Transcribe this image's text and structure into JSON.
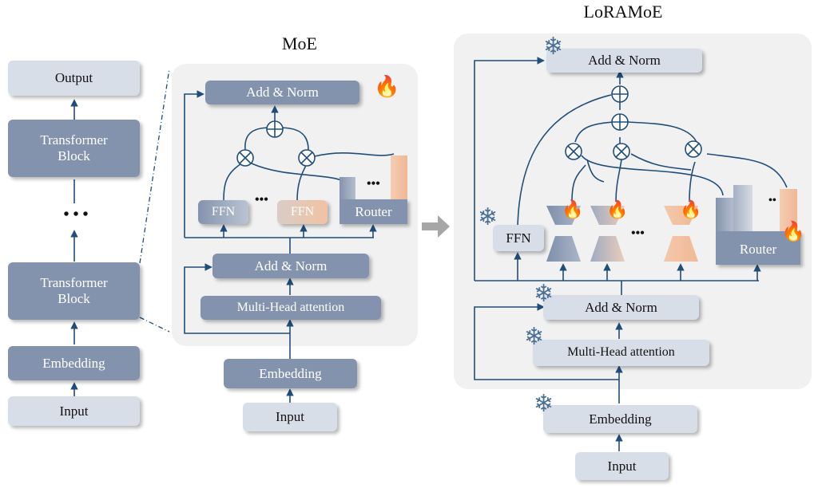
{
  "left_stack": {
    "output": "Output",
    "transformer_block_top": "Transformer Block",
    "ellipsis": "• • •",
    "transformer_block_bottom": "Transformer Block",
    "embedding": "Embedding",
    "input": "Input"
  },
  "moe": {
    "title": "MoE",
    "add_norm_top": "Add & Norm",
    "ffn_1": "FFN",
    "ffn_ellipsis": "•••",
    "ffn_2": "FFN",
    "router": "Router",
    "router_ellipsis": "•••",
    "add_norm_bottom": "Add & Norm",
    "attention": "Multi-Head attention",
    "embedding": "Embedding",
    "input": "Input",
    "trainable_icon": "fire-icon"
  },
  "transition_arrow": "arrow-right-icon",
  "loramoe": {
    "title": "LoRAMoE",
    "add_norm_top": "Add & Norm",
    "ffn": "FFN",
    "lora_ellipsis": "•••",
    "router": "Router",
    "router_ellipsis": "••",
    "add_norm_bottom": "Add & Norm",
    "attention": "Multi-Head attention",
    "embedding": "Embedding",
    "input": "Input",
    "frozen_icon": "snowflake-icon",
    "trainable_icon": "fire-icon"
  },
  "colors": {
    "dark_block": "#8493ad",
    "light_block": "#d8dee8",
    "panel": "#f1f1f1",
    "line": "#1f4e79",
    "expert_orange": "#f2c2a3",
    "snowflake": "#4a7096"
  }
}
